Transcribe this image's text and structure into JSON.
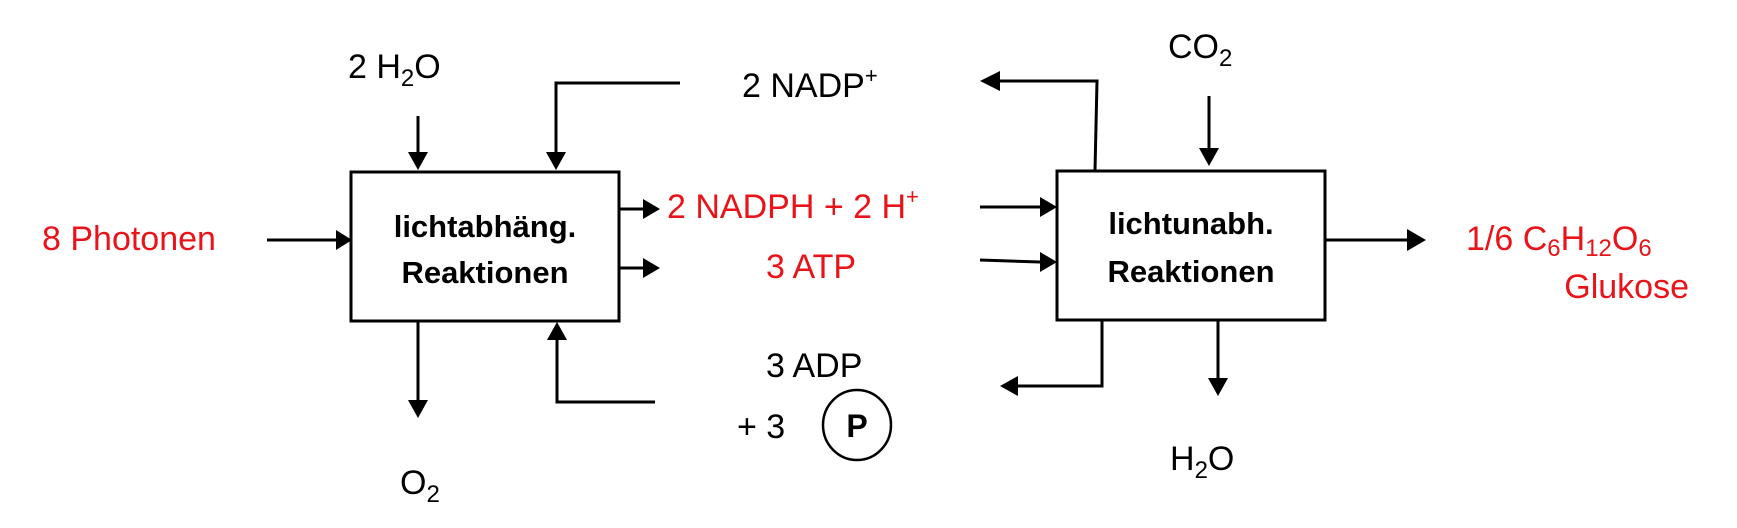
{
  "colors": {
    "highlight": "#e8141a",
    "default": "#000000"
  },
  "boxes": {
    "light_dependent": {
      "line1": "lichtabhäng.",
      "line2": "Reaktionen"
    },
    "light_independent": {
      "line1": "lichtunabh.",
      "line2": "Reaktionen"
    }
  },
  "inputs": {
    "photons": "8 Photonen",
    "water": {
      "coef": "2 H",
      "sub": "2",
      "tail": "O"
    },
    "co2": {
      "main": "CO",
      "sub": "2"
    }
  },
  "outputs": {
    "oxygen": {
      "main": "O",
      "sub": "2"
    },
    "water": {
      "main": "H",
      "sub": "2",
      "tail": "O"
    },
    "glucose": {
      "coef": "1/6 C",
      "s1": "6",
      "h": "H",
      "s2": "12",
      "o": "O",
      "s3": "6",
      "name": "Glukose"
    }
  },
  "carriers": {
    "nadp": {
      "main": "2 NADP",
      "sup": "+"
    },
    "nadph": {
      "main": "2 NADPH + 2 H",
      "sup": "+"
    },
    "atp": "3 ATP",
    "adp": "3 ADP",
    "phosphate": {
      "prefix": "+  3",
      "symbol": "P"
    }
  }
}
